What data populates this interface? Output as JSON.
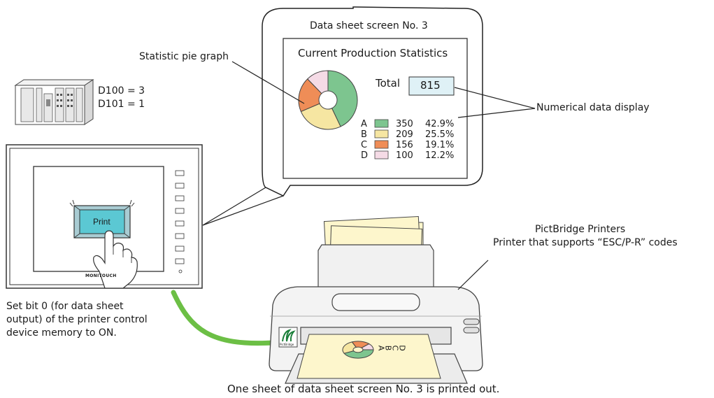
{
  "bubble": {
    "title": "Data sheet screen No. 3",
    "screen_title": "Current Production Statistics",
    "total_label": "Total",
    "total_value": "815",
    "rows": [
      {
        "letter": "A",
        "value": "350",
        "percent": "42.9%",
        "color": "#7dc58f"
      },
      {
        "letter": "B",
        "value": "209",
        "percent": "25.5%",
        "color": "#f6e6a2"
      },
      {
        "letter": "C",
        "value": "156",
        "percent": "19.1%",
        "color": "#ef8d57"
      },
      {
        "letter": "D",
        "value": "100",
        "percent": "12.2%",
        "color": "#f5dbe6"
      }
    ]
  },
  "callouts": {
    "pie": "Statistic pie graph",
    "numeric": "Numerical data display"
  },
  "plc": {
    "line1": "D100 = 3",
    "line2": "D101 = 1"
  },
  "panel": {
    "print_button": "Print",
    "brand": "MONITOUCH"
  },
  "note": {
    "line1": "Set bit 0 (for data sheet",
    "line2": "output) of the printer control",
    "line3": "device memory to ON."
  },
  "printer": {
    "label1": "PictBridge Printers",
    "label2": "Printer that supports “ESC/P-R” codes",
    "logo_text": "PictBridge",
    "paper_letters": [
      "A",
      "B",
      "C",
      "D"
    ]
  },
  "caption": "One sheet of data sheet screen No. 3 is printed out.",
  "colors": {
    "screen_bg": "#5bc8d3",
    "cable": "#6cbf45",
    "pie_green": "#7dc58f",
    "pie_yellow": "#f6e6a2",
    "pie_orange": "#ef8d57",
    "pie_pink": "#f5dbe6",
    "paper": "#fdf6cc"
  }
}
